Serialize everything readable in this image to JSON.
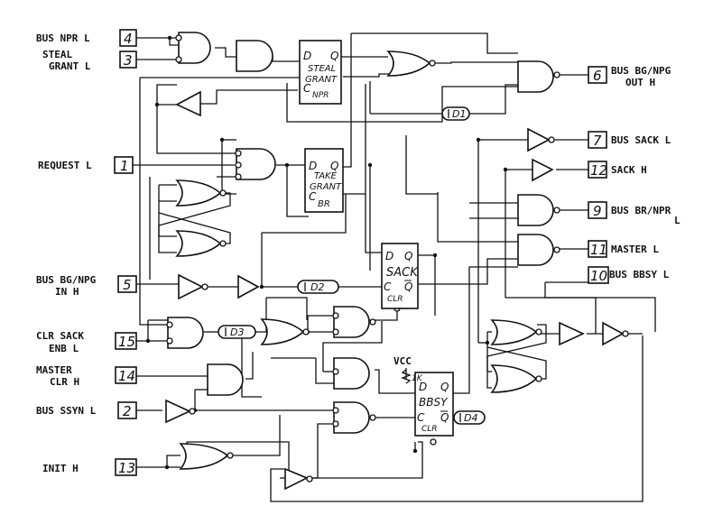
{
  "signals": {
    "bus_npr": {
      "label": "BUS NPR L",
      "pin": "4"
    },
    "steal_grant": {
      "line1": "STEAL",
      "line2": "GRANT L",
      "pin": "3"
    },
    "request": {
      "label": "REQUEST L",
      "pin": "1"
    },
    "bus_bg_npg_in": {
      "line1": "BUS BG/NPG",
      "line2": "IN H",
      "pin": "5"
    },
    "clr_sack_enb": {
      "line1": "CLR SACK",
      "line2": "ENB L",
      "pin": "15"
    },
    "master_clr": {
      "line1": "MASTER",
      "line2": "CLR H",
      "pin": "14"
    },
    "bus_ssyn": {
      "label": "BUS SSYN L",
      "pin": "2"
    },
    "init": {
      "label": "INIT H",
      "pin": "13"
    },
    "bus_bg_npg_out": {
      "line1": "BUS BG/NPG",
      "line2": "OUT H",
      "pin": "6"
    },
    "bus_sack": {
      "label": "BUS SACK L",
      "pin": "7"
    },
    "sack_h": {
      "label": "SACK H",
      "pin": "12"
    },
    "bus_br_npr": {
      "line1": "BUS BR/NPR",
      "line2": "L",
      "pin": "9"
    },
    "master_l": {
      "label": "MASTER L",
      "pin": "11"
    },
    "bus_bbsy": {
      "label": "BUS BBSY L",
      "pin": "10"
    }
  },
  "flipflops": {
    "steal": {
      "d": "D",
      "q": "Q",
      "c": "C",
      "name1": "STEAL",
      "name2": "GRANT",
      "sub": "NPR"
    },
    "take": {
      "d": "D",
      "q": "Q",
      "c": "C",
      "name1": "TAKE",
      "name2": "GRANT",
      "sub": "BR"
    },
    "sack": {
      "d": "D",
      "q": "Q",
      "c": "C",
      "name": "SACK",
      "clr": "CLR",
      "qbar": "Q"
    },
    "bbsy": {
      "d": "D",
      "q": "Q",
      "c": "C",
      "name": "BBSY",
      "clr": "CLR",
      "qbar": "Q"
    }
  },
  "delays": {
    "d1": "D1",
    "d2": "D2",
    "d3": "D3",
    "d4": "D4"
  },
  "misc": {
    "vcc": "VCC",
    "resistor": "1K"
  }
}
